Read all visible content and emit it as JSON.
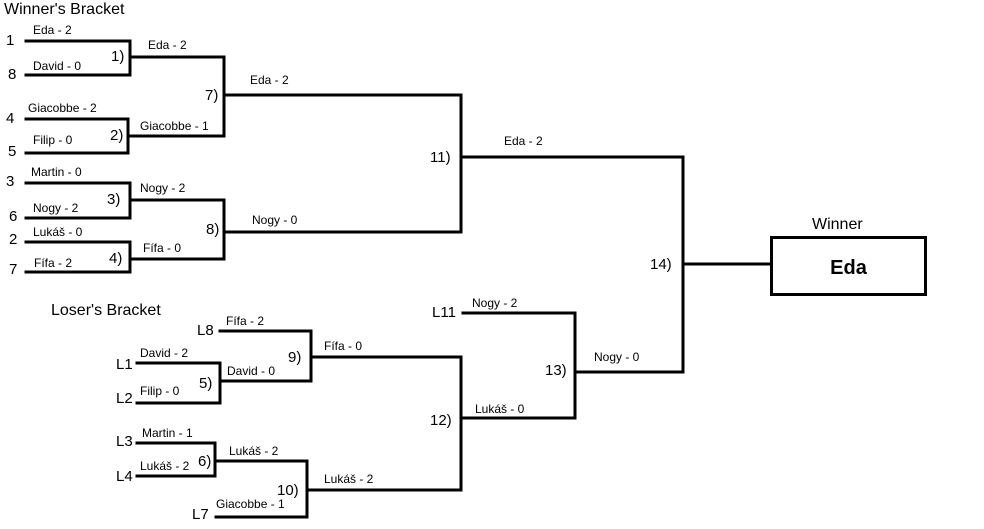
{
  "titles": {
    "winners": "Winner's Bracket",
    "losers": "Loser's Bracket",
    "winner": "Winner"
  },
  "champion": "Eda",
  "seeds": [
    "1",
    "8",
    "4",
    "5",
    "3",
    "6",
    "2",
    "7"
  ],
  "loser_seeds": [
    "L8",
    "L1",
    "L2",
    "L3",
    "L4",
    "L7",
    "L11"
  ],
  "match_numbers": [
    "1)",
    "2)",
    "3)",
    "4)",
    "7)",
    "8)",
    "11)",
    "9)",
    "5)",
    "6)",
    "10)",
    "12)",
    "13)",
    "14)"
  ],
  "entries": {
    "w1_eda": "Eda - 2",
    "w1_david": "David - 0",
    "w2_giacobbe": "Giacobbe - 2",
    "w2_filip": "Filip - 0",
    "w3_martin": "Martin - 0",
    "w3_nogy": "Nogy - 2",
    "w4_lukas": "Lukáš - 0",
    "w4_fifa": "Fífa - 2",
    "m1_eda": "Eda - 2",
    "m2_giacobbe": "Giacobbe - 1",
    "m3_nogy": "Nogy - 2",
    "m4_fifa": "Fífa - 0",
    "m7_eda": "Eda - 2",
    "m8_nogy": "Nogy - 0",
    "m11_eda": "Eda - 2",
    "l8_fifa": "Fífa - 2",
    "l1_david": "David - 2",
    "l2_filip": "Filip - 0",
    "m5_david": "David - 0",
    "l3_martin": "Martin - 1",
    "l4_lukas": "Lukáš - 2",
    "m6_lukas": "Lukáš - 2",
    "l7_giacobbe": "Giacobbe - 1",
    "m9_fifa": "Fífa - 0",
    "m10_lukas": "Lukáš - 2",
    "l11_nogy": "Nogy - 2",
    "m12_lukas": "Lukáš - 0",
    "m13_nogy": "Nogy - 0"
  }
}
